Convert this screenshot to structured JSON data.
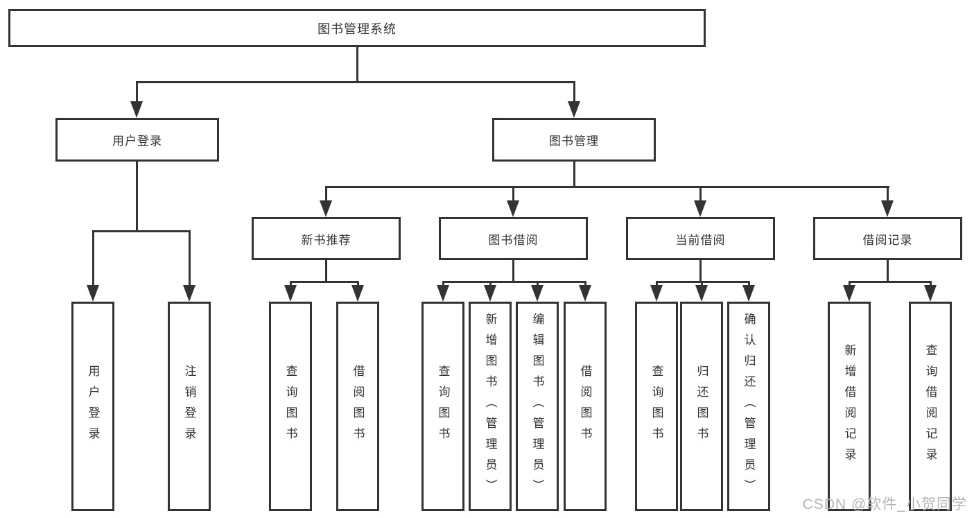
{
  "root": {
    "label": "图书管理系统"
  },
  "level2": [
    {
      "label": "用户登录"
    },
    {
      "label": "图书管理"
    }
  ],
  "level3": [
    {
      "label": "新书推荐"
    },
    {
      "label": "图书借阅"
    },
    {
      "label": "当前借阅"
    },
    {
      "label": "借阅记录"
    }
  ],
  "leaves": {
    "user_login": [
      "用户登录",
      "注销登录"
    ],
    "new_book": [
      "查询图书",
      "借阅图书"
    ],
    "book_borrow": [
      "查询图书",
      "新增图书（管理员）",
      "编辑图书（管理员）",
      "借阅图书"
    ],
    "current_borrow": [
      "查询图书",
      "归还图书",
      "确认归还（管理员）"
    ],
    "borrow_record": [
      "新增借阅记录",
      "查询借阅记录"
    ]
  },
  "watermark": "CSDN @软件_小贺同学",
  "colors": {
    "line": "#333333",
    "watermark": "#b4b4b4",
    "background": "#ffffff"
  }
}
